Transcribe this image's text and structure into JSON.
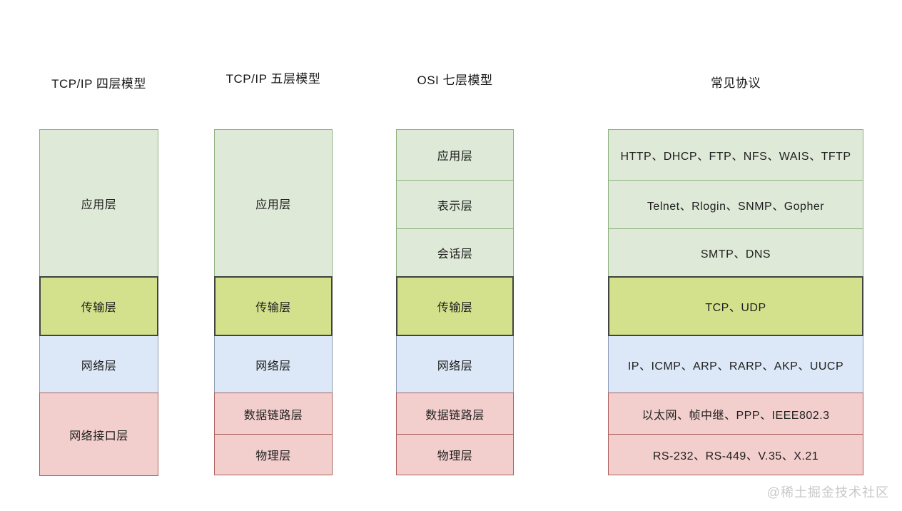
{
  "columns": [
    {
      "title": "TCP/IP 四层模型",
      "boxes": [
        {
          "label": "应用层",
          "color": "green"
        },
        {
          "label": "传输层",
          "color": "lime"
        },
        {
          "label": "网络层",
          "color": "blue"
        },
        {
          "label": "网络接口层",
          "color": "pink"
        }
      ]
    },
    {
      "title": "TCP/IP 五层模型",
      "boxes": [
        {
          "label": "应用层",
          "color": "green"
        },
        {
          "label": "传输层",
          "color": "lime"
        },
        {
          "label": "网络层",
          "color": "blue"
        },
        {
          "label": "数据链路层",
          "color": "pink"
        },
        {
          "label": "物理层",
          "color": "pink"
        }
      ]
    },
    {
      "title": "OSI 七层模型",
      "boxes": [
        {
          "label": "应用层",
          "color": "green"
        },
        {
          "label": "表示层",
          "color": "green"
        },
        {
          "label": "会话层",
          "color": "green"
        },
        {
          "label": "传输层",
          "color": "lime"
        },
        {
          "label": "网络层",
          "color": "blue"
        },
        {
          "label": "数据链路层",
          "color": "pink"
        },
        {
          "label": "物理层",
          "color": "pink"
        }
      ]
    },
    {
      "title": "常见协议",
      "boxes": [
        {
          "label": "HTTP、DHCP、FTP、NFS、WAIS、TFTP",
          "color": "green"
        },
        {
          "label": "Telnet、Rlogin、SNMP、Gopher",
          "color": "green"
        },
        {
          "label": "SMTP、DNS",
          "color": "green"
        },
        {
          "label": "TCP、UDP",
          "color": "lime"
        },
        {
          "label": "IP、ICMP、ARP、RARP、AKP、UUCP",
          "color": "blue"
        },
        {
          "label": "以太网、帧中继、PPP、IEEE802.3",
          "color": "pink"
        },
        {
          "label": "RS-232、RS-449、V.35、X.21",
          "color": "pink"
        }
      ]
    }
  ],
  "watermark": "@稀土掘金技术社区",
  "colors": {
    "application_green_fill": "#dfe9d8",
    "application_green_border": "#8cb27e",
    "transport_lime_fill": "#d4e18c",
    "transport_lime_border": "#3f4440",
    "network_blue_fill": "#dce8f7",
    "network_blue_border": "#8c9bb5",
    "link_pink_fill": "#f2cfcd",
    "link_pink_border": "#ab5f5c",
    "text": "#1e1e1e",
    "watermark_gray": "#c9c9c9"
  }
}
